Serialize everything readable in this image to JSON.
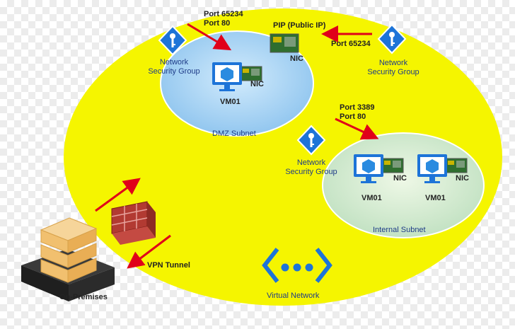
{
  "colors": {
    "vnet_fill": "#f5f500",
    "subnet_fill": "#a9d3f2",
    "internal_fill": "#d6eecc",
    "arrow": "#e0001a",
    "icon_blue": "#1d74d8",
    "label_navy": "#1f3c88"
  },
  "dmz": {
    "port_label": "Port 65234\nPort 80",
    "nsg_label": "Network\nSecurity Group",
    "vm_label": "VM01",
    "nic_label": "NIC",
    "subnet_label": "DMZ Subnet"
  },
  "pip": {
    "label": "PIP (Public IP)",
    "nic_label": "NIC",
    "port_label": "Port 65234"
  },
  "external_nsg": {
    "label": "Network\nSecurity Group"
  },
  "internal": {
    "port_label": "Port 3389\nPort 80",
    "nsg_label": "Network\nSecurity Group",
    "vm1_label": "VM01",
    "vm1_nic": "NIC",
    "vm2_label": "VM01",
    "vm2_nic": "NIC",
    "subnet_label": "Internal Subnet"
  },
  "vpn": {
    "label": "VPN Tunnel"
  },
  "onprem": {
    "label": "On-Premises"
  },
  "vnet": {
    "label": "Virtual Network"
  },
  "icons": [
    "key-shield-icon",
    "vm-monitor-icon",
    "nic-card-icon",
    "firewall-icon",
    "server-stack-icon",
    "virtual-network-icon"
  ]
}
